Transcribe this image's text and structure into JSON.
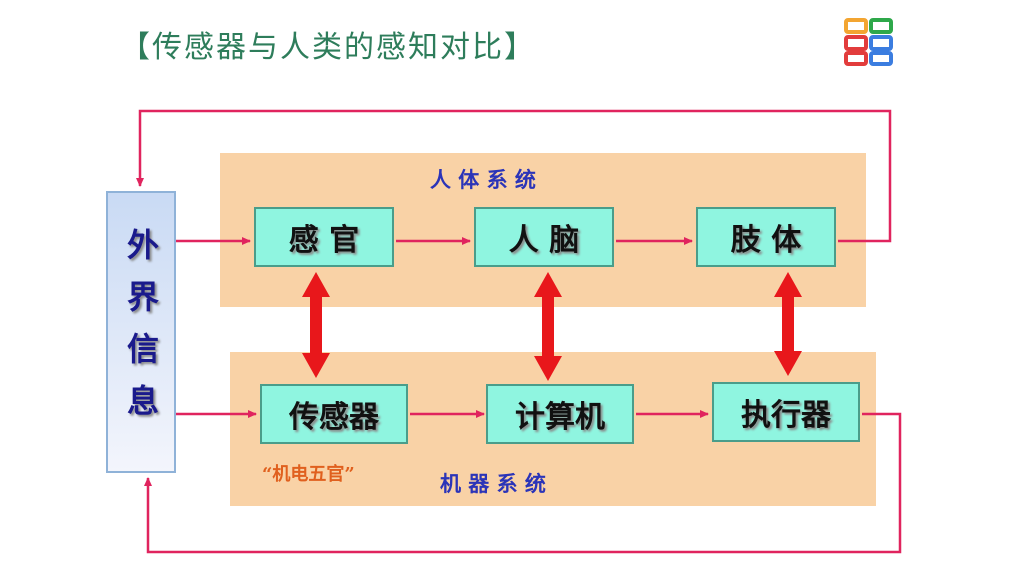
{
  "title": "【传感器与人类的感知对比】",
  "human_system": {
    "label": "人 体 系 统",
    "nodes": [
      "感 官",
      "人 脑",
      "肢 体"
    ]
  },
  "machine_system": {
    "label": "机 器 系 统",
    "nodes": [
      "传感器",
      "计算机",
      "执行器"
    ],
    "note": "“机电五官”"
  },
  "external_info": "外界信息",
  "colors": {
    "title": "#2e7d5b",
    "panel": "#f9d2a6",
    "node": "#8ff5e0",
    "wire": "#e0245e",
    "bidirectional_arrow": "#e8171b",
    "panel_label": "#2b34b8",
    "note": "#e0601e"
  },
  "icons": [
    "logo-grid-icon"
  ]
}
